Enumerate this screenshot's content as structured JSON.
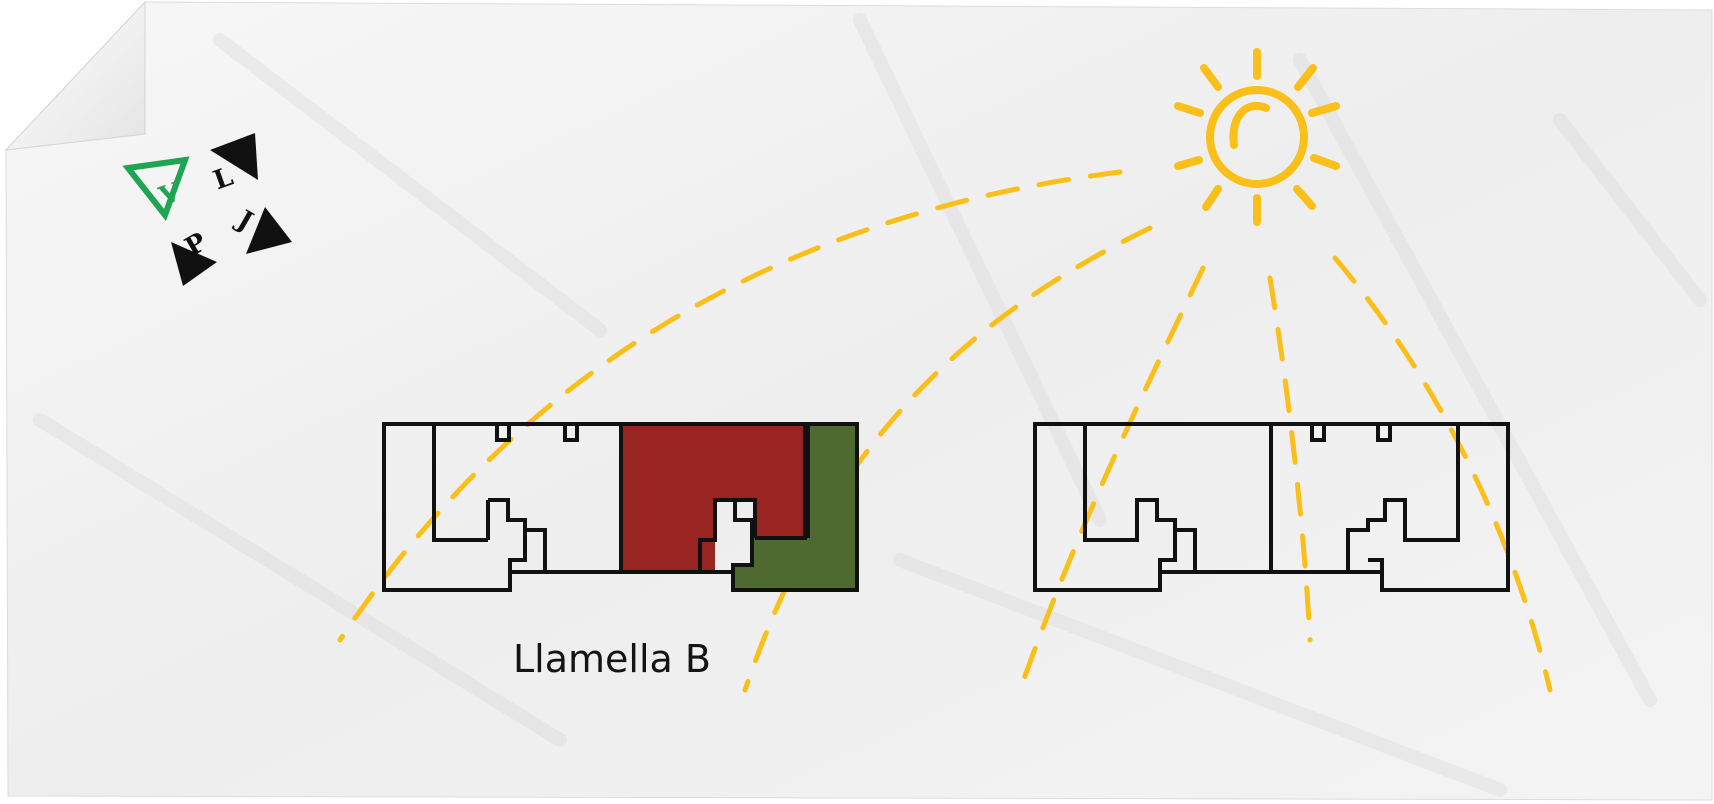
{
  "label": "Llamella B",
  "logo": {
    "letters": [
      "V",
      "L",
      "J",
      "P"
    ]
  },
  "icons": {
    "sun": "sun-icon",
    "logo": "vplj-logo-icon",
    "page": "crumpled-paper-page"
  },
  "colors": {
    "paper": "#f3f3f3",
    "paper_shadow": "#e2e2e2",
    "sun": "#fbbf19",
    "wall": "#111111",
    "room_red": "#982521",
    "room_green": "#4f6a31",
    "logo_green": "#1fa552",
    "logo_dark": "#111111"
  }
}
